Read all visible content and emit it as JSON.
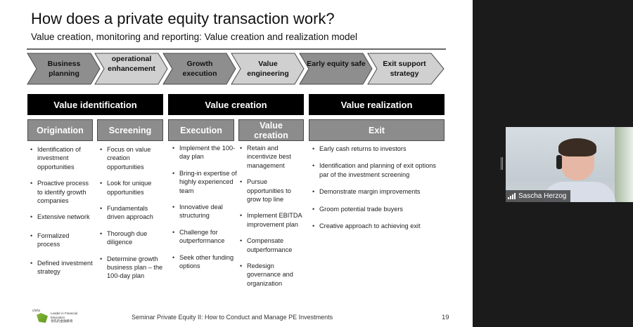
{
  "slide": {
    "title": "How does a private equity transaction work?",
    "subtitle": "Value creation, monitoring and reporting: Value creation and realization model",
    "chevrons": [
      {
        "label": "Business planning",
        "color": "#8e8e8e"
      },
      {
        "label": "operational enhancement",
        "color": "#d0d0d0"
      },
      {
        "label": "Growth execution",
        "color": "#8e8e8e"
      },
      {
        "label": "Value engineering",
        "color": "#d0d0d0"
      },
      {
        "label": "Early equity safe",
        "color": "#8e8e8e"
      },
      {
        "label": "Exit support strategy",
        "color": "#d0d0d0"
      }
    ],
    "phase_headers": [
      "Value identification",
      "Value creation",
      "Value realization"
    ],
    "columns": [
      {
        "header": "Origination",
        "bullets": [
          "Identification of investment opportunities",
          "Proactive process to identify growth companies",
          "Extensive network",
          "Formalized process",
          "Defined investment strategy"
        ]
      },
      {
        "header": "Screening",
        "bullets": [
          "Focus on value creation opportunities",
          "Look for unique opportunities",
          "Fundamentals driven approach",
          "Thorough due diligence",
          "Determine growth business plan – the 100-day plan"
        ]
      },
      {
        "header": "Execution",
        "bullets": [
          "Implement the 100-day plan",
          "Bring-in expertise of highly experienced team",
          "Innovative deal structuring",
          "Challenge for outperformance",
          "Seek other funding options"
        ]
      },
      {
        "header": "Value creation",
        "bullets": [
          "Retain and incentivize best management",
          "Pursue opportunities to grow top line",
          "Implement EBITDA improvement plan",
          "Compensate outperformance",
          "Redesign governance and organization"
        ]
      },
      {
        "header": "Exit",
        "bullets": [
          "Early cash returns to investors",
          "Identification and planning of exit options par of the investment screening",
          "Demonstrate margin improvements",
          "Groom potential trade buyers",
          "Creative approach to achieving exit"
        ]
      }
    ],
    "footer": {
      "logo_small": "c/e/a",
      "logo_text": "Leader in Financial Education",
      "logo_subtext": "领先的金融教育",
      "text": "Seminar Private Equity II: How to Conduct and Manage PE Investments",
      "page_number": "19"
    }
  },
  "participant": {
    "name": "Sascha Herzog",
    "signal_icon": "signal-bars-icon"
  }
}
